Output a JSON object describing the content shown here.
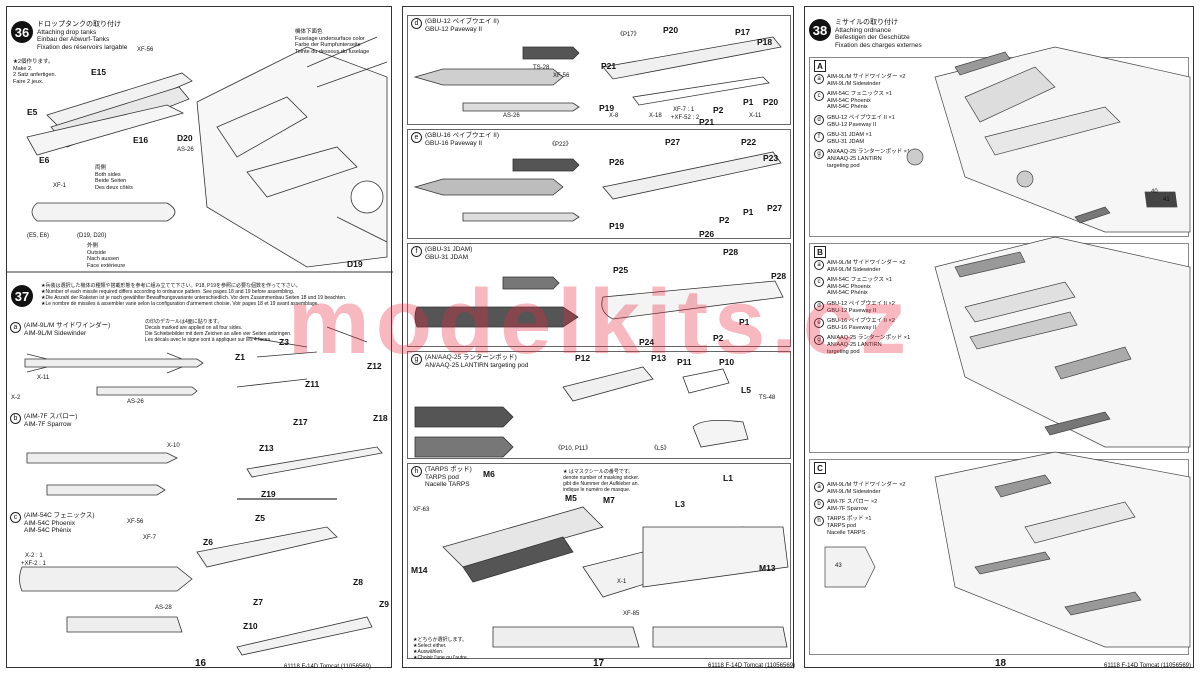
{
  "page16": {
    "number": "16",
    "footer": "61118 F-14D Tomcat (11056569)",
    "step36": {
      "num": "36",
      "title_jp": "ドロップタンクの取り付け",
      "title_en": "Attaching drop tanks",
      "title_de": "Einbau der Abwurf-Tanks",
      "title_fr": "Fixation des réservoirs largable",
      "make2_jp": "★2個作ります。",
      "make2_en": "Make 2.",
      "make2_de": "2 Satz anfertigen.",
      "make2_fr": "Faire 2 jeux.",
      "fuselage_jp": "機体下面色",
      "fuselage_en": "Fuselage undersurface color",
      "fuselage_de": "Farbe der Rumpfunterseite",
      "fuselage_fr": "Teinte du dessous du fuselage",
      "both_jp": "両側",
      "both_en": "Both sides",
      "both_de": "Beide Seiten",
      "both_fr": "Des deux côtés",
      "parts_e": "(E5, E6)",
      "parts_d": "(D19, D20)",
      "outside_jp": "外側",
      "outside_en": "Outside",
      "outside_de": "Nach aussen",
      "outside_fr": "Face extérieure",
      "labels": [
        "E15",
        "E16",
        "E5",
        "E6",
        "D20",
        "D19"
      ],
      "paint": [
        "XF-56",
        "XF-1",
        "AS-26"
      ]
    },
    "step37": {
      "num": "37",
      "intro_jp": "★兵装は選択した機体の種類や搭載形態を参考に組み立てて下さい。P18, P19を参照に必要な個数を作って下さい。",
      "intro_en": "★Number of each missile required differs according to ordnance pattern. See pages 18 and 19 before assembling.",
      "intro_de": "★Die Anzahl der Raketen ist je nach gewählter Bewaffnungsvariante unterschiedlich. Vor dem Zusammenbau Seiten 18 und 19 beachten.",
      "intro_fr": "★Le nombre de missiles à assembler varie selon la configuration d'armement choisie. Voir pages 18 et 19 avant assemblage.",
      "decal_jp": "の印のデカールは4面に貼ります。",
      "decal_en": "Decals marked are applied on all four sides.",
      "decal_de": "Die Schiebebilder mit dem Zeichen an allen vier Seiten anbringen.",
      "decal_fr": "Les décals avec le signe sont à appliquer sur les 4 faces.",
      "a_title_jp": "(AIM-9L/M サイドワインダー)",
      "a_title_en": "AIM-9L/M Sidewinder",
      "b_title_jp": "(AIM-7F スパロー)",
      "b_title_en": "AIM-7F Sparrow",
      "c_title_jp": "(AIM-54C フェニックス)",
      "c_title_en": "AIM-54C Phoenix",
      "c_title_fr": "AIM-54C Phénix",
      "labels": [
        "Z1",
        "Z3",
        "Z11",
        "Z12",
        "Z13",
        "Z17",
        "Z18",
        "Z19",
        "Z5",
        "Z6",
        "Z7",
        "Z8",
        "Z9",
        "Z10"
      ],
      "paint": [
        "X-11",
        "X-2",
        "AS-26",
        "X-10",
        "XF-56",
        "XF-7",
        "AS-28",
        "X-2 : 1",
        "+XF-2 : 1"
      ]
    }
  },
  "page17": {
    "number": "17",
    "footer": "61118 F-14D Tomcat (11056569)",
    "d": {
      "title_jp": "(GBU-12 ペイブウエイ II)",
      "title_en": "GBU-12 Paveway II",
      "ref": "《P17》",
      "labels": [
        "P20",
        "P17",
        "P18",
        "P21",
        "P19",
        "P1",
        "P2",
        "P20",
        "P21"
      ]
    },
    "e": {
      "title_jp": "(GBU-16 ペイブウエイ II)",
      "title_en": "GBU-16 Paveway II",
      "ref": "《P22》",
      "labels": [
        "P27",
        "P22",
        "P26",
        "P23",
        "P19",
        "P1",
        "P2",
        "P27",
        "P26"
      ]
    },
    "f": {
      "title_jp": "(GBU-31 JDAM)",
      "title_en": "GBU-31 JDAM",
      "labels": [
        "P28",
        "P25",
        "P28",
        "P24",
        "P1",
        "P2"
      ]
    },
    "g": {
      "title_jp": "(AN/AAQ-25 ランターンポッド)",
      "title_en": "AN/AAQ-25 LANTIRN targeting pod",
      "ref1": "《P10, P11》",
      "ref2": "《L5》",
      "labels": [
        "P12",
        "P13",
        "P11",
        "P10",
        "L5"
      ]
    },
    "h": {
      "title_jp": "(TARPS ポッド)",
      "title_en": "TARPS pod",
      "title_fr": "Nacelle TARPS",
      "mask_jp": "★ はマスクシールの番号です。",
      "mask_en": "denote number of masking sticker.",
      "mask_de": "gibt die Nummer der Aufkleber an.",
      "mask_fr": "indique le numéro de masque.",
      "sel_jp": "★どちらか選択します。",
      "sel_en": "★Select either.",
      "sel_de": "★Auswählen.",
      "sel_fr": "★Choisir l'une ou l'autre.",
      "labels": [
        "M6",
        "M5",
        "M7",
        "L1",
        "L3",
        "M14",
        "M13"
      ]
    },
    "paint": [
      "XF-56",
      "TS-28",
      "AS-26",
      "X-8",
      "X-18",
      "X-11",
      "XF-7 : 1",
      "+XF-52 : 2",
      "TS-48",
      "XF-63",
      "X-1",
      "XF-85"
    ]
  },
  "page18": {
    "number": "18",
    "footer": "61118 F-14D Tomcat (11056569)",
    "step38": {
      "num": "38",
      "title_jp": "ミサイルの取り付け",
      "title_en": "Attaching ordnance",
      "title_de": "Befestigen der Geschütze",
      "title_fr": "Fixation des charges externes"
    },
    "sections": [
      {
        "letter": "A",
        "items": [
          {
            "ltr": "a",
            "jp": "AIM-9L/M サイドワインダー ×2",
            "en": "AIM-9L/M Sidewinder"
          },
          {
            "ltr": "c",
            "jp": "AIM-54C フェニックス ×1",
            "en": "AIM-54C Phoenix",
            "fr": "AIM-54C Phénix"
          },
          {
            "ltr": "d",
            "jp": "GBU-12 ペイブウエイ II ×1",
            "en": "GBU-12 Paveway II"
          },
          {
            "ltr": "f",
            "jp": "GBU-31 JDAM ×1",
            "en": "GBU-31 JDAM"
          },
          {
            "ltr": "g",
            "jp": "AN/AAQ-25 ランターンポッド ×1",
            "en": "AN/AAQ-25 LANTIRN",
            "fr": "targeting pod"
          }
        ]
      },
      {
        "letter": "B",
        "items": [
          {
            "ltr": "a",
            "jp": "AIM-9L/M サイドワインダー ×2",
            "en": "AIM-9L/M Sidewinder"
          },
          {
            "ltr": "c",
            "jp": "AIM-54C フェニックス ×1",
            "en": "AIM-54C Phoenix",
            "fr": "AIM-54C Phénix"
          },
          {
            "ltr": "d",
            "jp": "GBU-12 ペイブウエイ II ×2",
            "en": "GBU-12 Paveway II"
          },
          {
            "ltr": "e",
            "jp": "GBU-16 ペイブウエイ II ×2",
            "en": "GBU-16 Paveway II"
          },
          {
            "ltr": "g",
            "jp": "AN/AAQ-25 ランターンポッド ×1",
            "en": "AN/AAQ-25 LANTIRN",
            "fr": "targeting pod"
          }
        ]
      },
      {
        "letter": "C",
        "items": [
          {
            "ltr": "a",
            "jp": "AIM-9L/M サイドワインダー ×2",
            "en": "AIM-9L/M Sidewinder"
          },
          {
            "ltr": "b",
            "jp": "AIM-7F スパロー ×2",
            "en": "AIM-7F Sparrow"
          },
          {
            "ltr": "h",
            "jp": "TARPS ポッド ×1",
            "en": "TARPS pod",
            "fr": "Nacelle TARPS"
          }
        ]
      }
    ],
    "callouts": [
      "40",
      "41",
      "43"
    ]
  },
  "watermark": "modelkits.cz"
}
